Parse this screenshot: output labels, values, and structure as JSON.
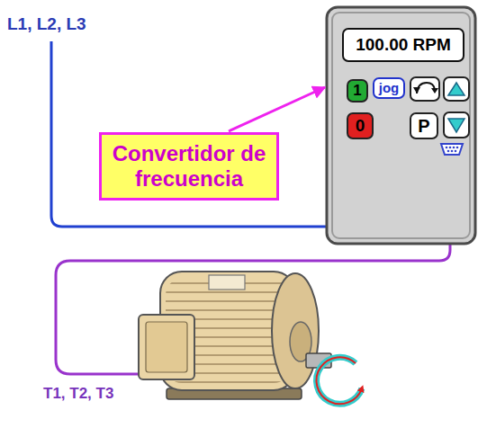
{
  "diagram": {
    "nodes": [
      {
        "text": []
      },
      {
        "text": [
          "100.00 RPM"
        ],
        "in": 0
      },
      {
        "text": [
          "1"
        ],
        "in": 0
      },
      {
        "text": [
          "jog"
        ],
        "in": 0
      },
      {
        "text": [
          "0"
        ],
        "in": 0
      },
      {
        "text": [
          "P"
        ],
        "in": 0
      },
      {
        "text": [
          "Convertidor de frecuencia"
        ]
      }
    ],
    "edges": [
      {
        "from": 6,
        "to": 0,
        "arrow": "to"
      }
    ],
    "labels": [
      "L1, L2, L3",
      "T1, T2, T3"
    ]
  }
}
